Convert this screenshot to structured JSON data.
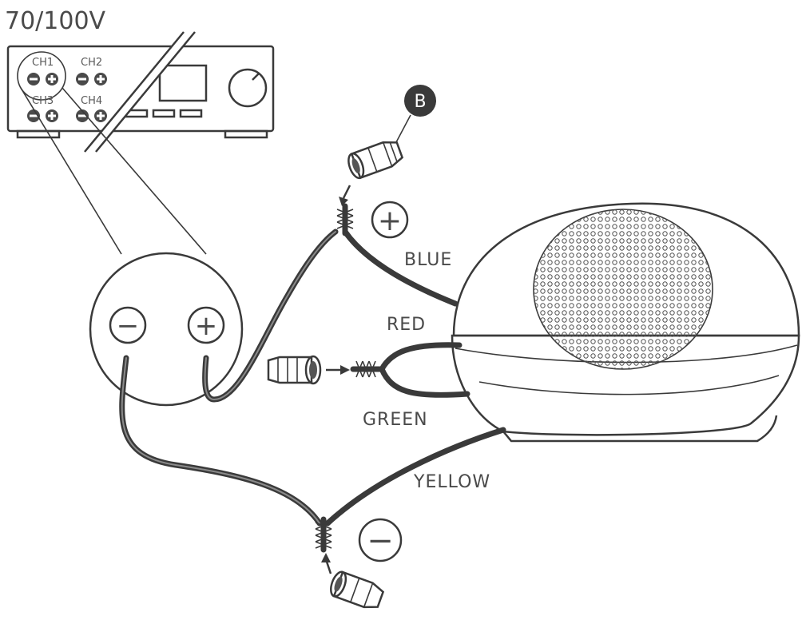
{
  "title": "70/100V",
  "amplifier": {
    "channels": [
      "CH1",
      "CH2",
      "CH3",
      "CH4"
    ],
    "minus_symbol": "−",
    "plus_symbol": "+"
  },
  "marker_b": "B",
  "symbols": {
    "plus": "+",
    "minus": "−"
  },
  "wires": {
    "blue": "BLUE",
    "red": "RED",
    "green": "GREEN",
    "yellow": "YELLOW"
  },
  "colors": {
    "ink": "#3a3a3a",
    "label": "#4a4a4a",
    "marker_fill": "#3a3a3a"
  }
}
